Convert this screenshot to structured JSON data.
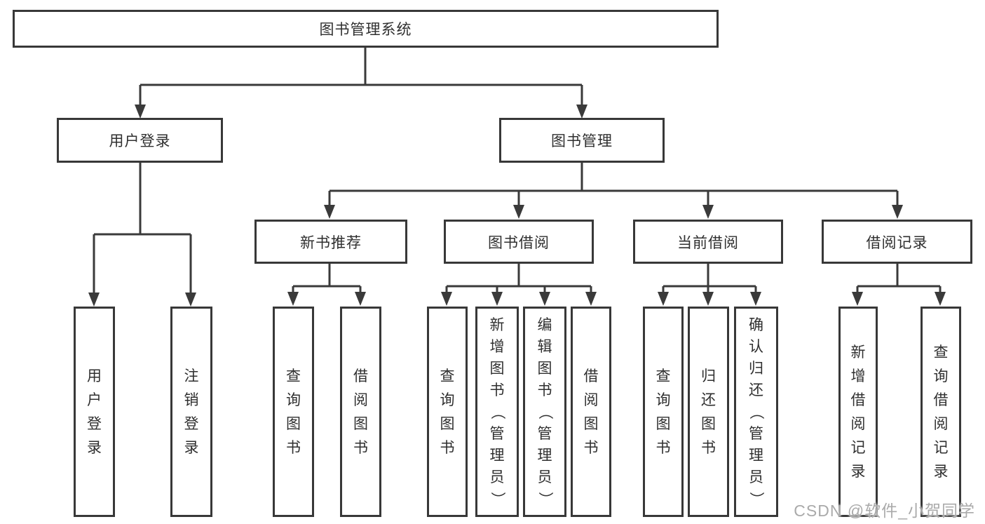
{
  "root": {
    "label": "图书管理系统"
  },
  "level2": {
    "user_login": "用户登录",
    "book_management": "图书管理"
  },
  "level3": {
    "new_book_recommend": "新书推荐",
    "book_borrow": "图书借阅",
    "current_borrow": "当前借阅",
    "borrow_record": "借阅记录"
  },
  "leaves": {
    "user_login": [
      "用户登录",
      "注销登录"
    ],
    "new_book_recommend": [
      "查询图书",
      "借阅图书"
    ],
    "book_borrow": [
      "查询图书",
      "新增图书（管理员）",
      "编辑图书（管理员）",
      "借阅图书"
    ],
    "current_borrow": [
      "查询图书",
      "归还图书",
      "确认归还（管理员）"
    ],
    "borrow_record": [
      "新增借阅记录",
      "查询借阅记录"
    ]
  },
  "watermark": "CSDN @软件_小贺同学",
  "colors": {
    "line": "#3a3a3a",
    "border": "#383838",
    "text": "#2f2f2f",
    "watermark": "#aaaaaa",
    "background": "#ffffff"
  }
}
